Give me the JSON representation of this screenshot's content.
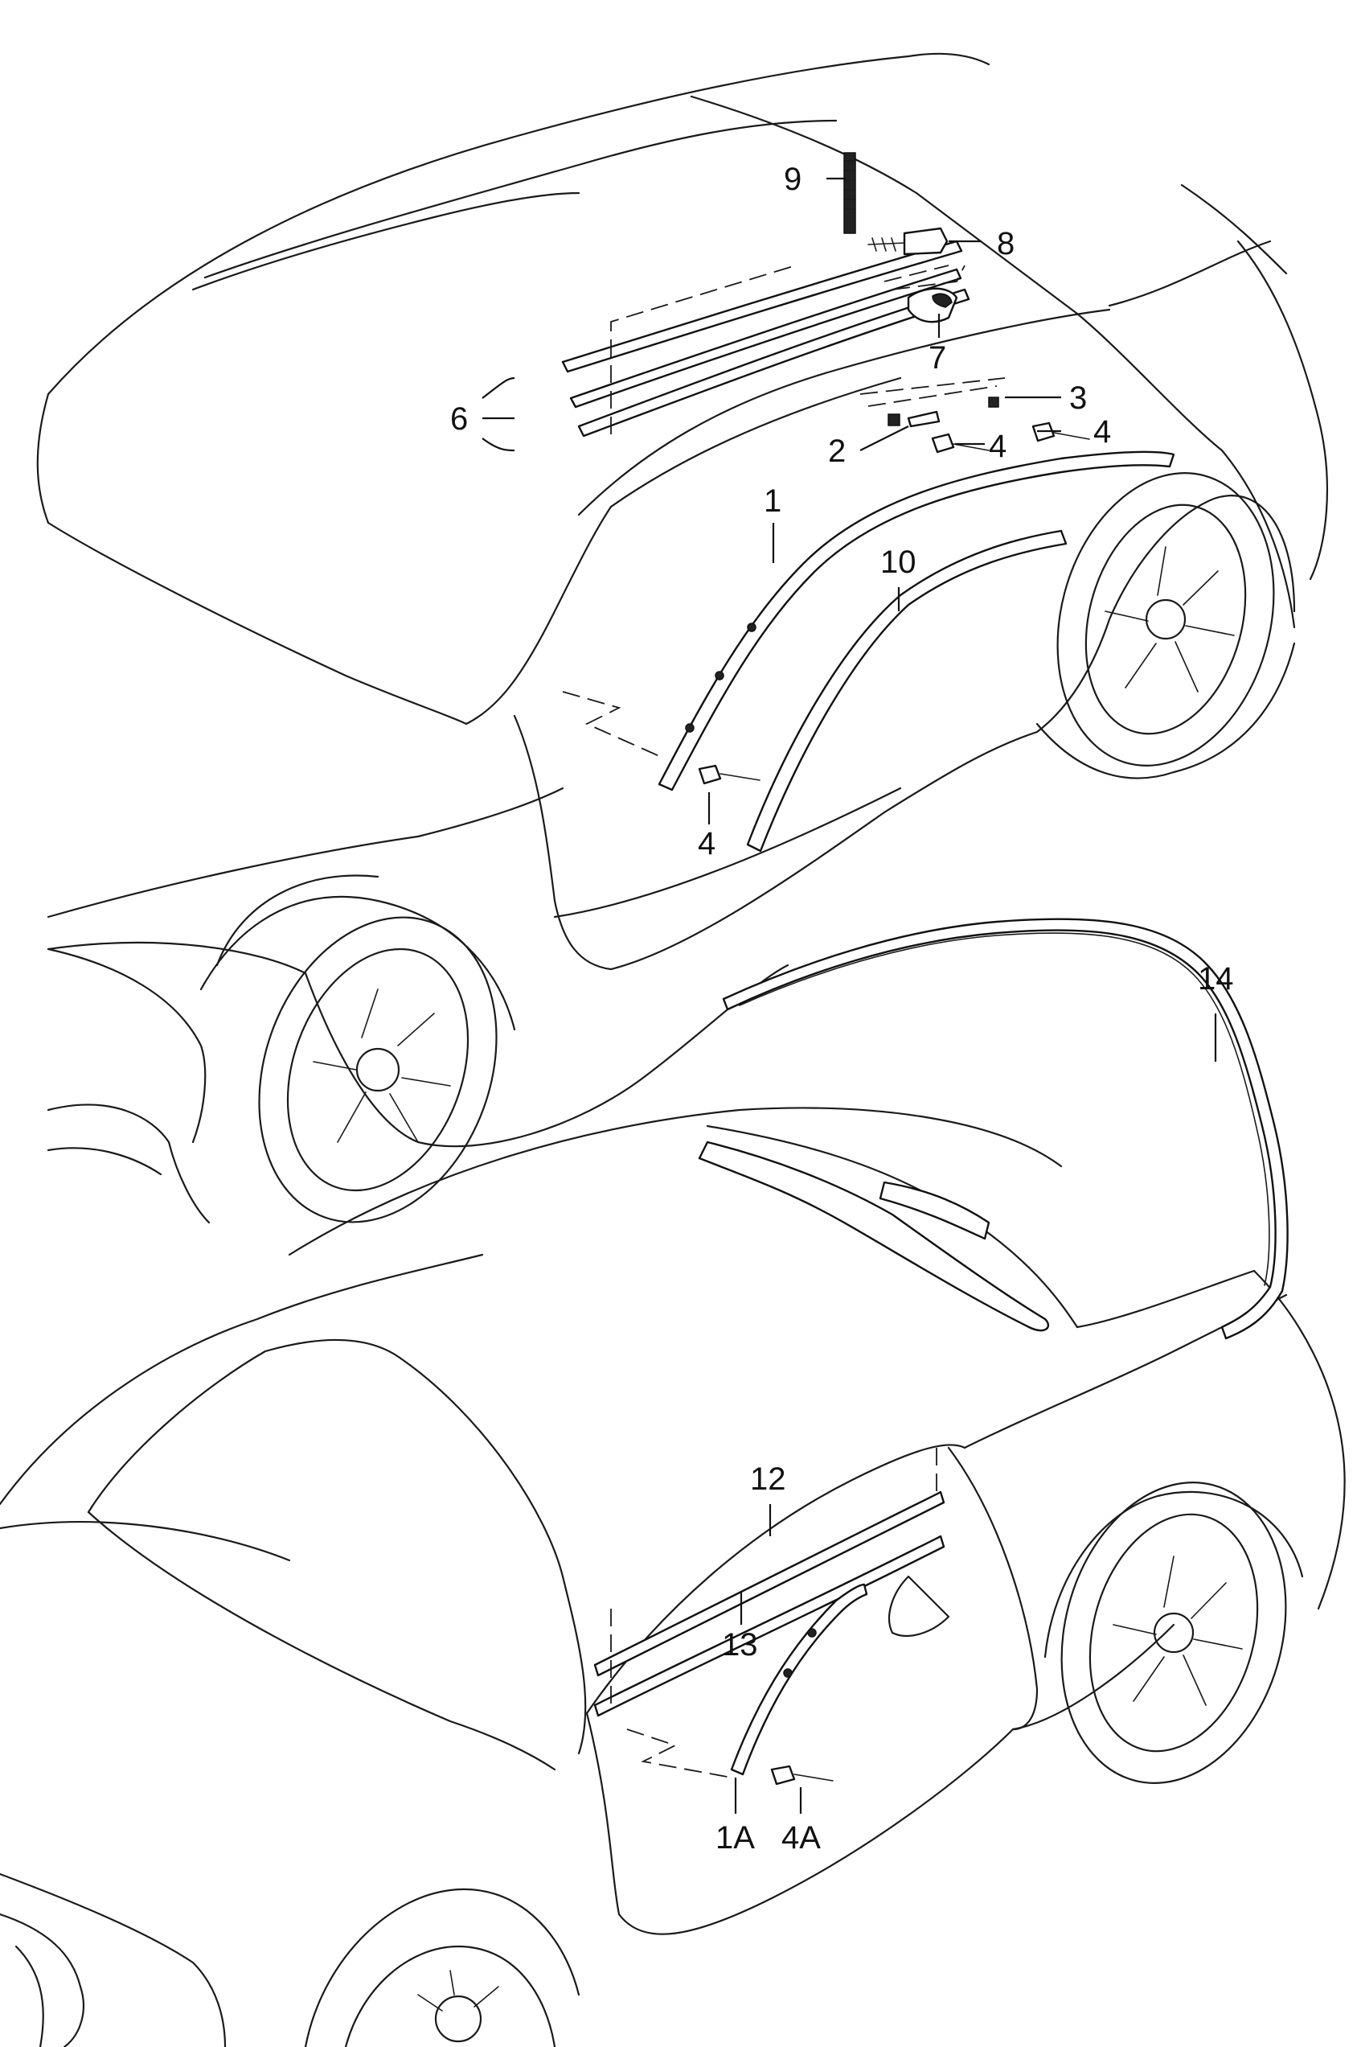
{
  "callouts": {
    "c9": "9",
    "c8": "8",
    "c7": "7",
    "c6": "6",
    "c3": "3",
    "c4a": "4",
    "c2": "2",
    "c4b": "4",
    "c1": "1",
    "c10": "10",
    "c4c": "4",
    "c14": "14",
    "c12": "12",
    "c13": "13",
    "c1A": "1A",
    "c4A": "4A"
  }
}
